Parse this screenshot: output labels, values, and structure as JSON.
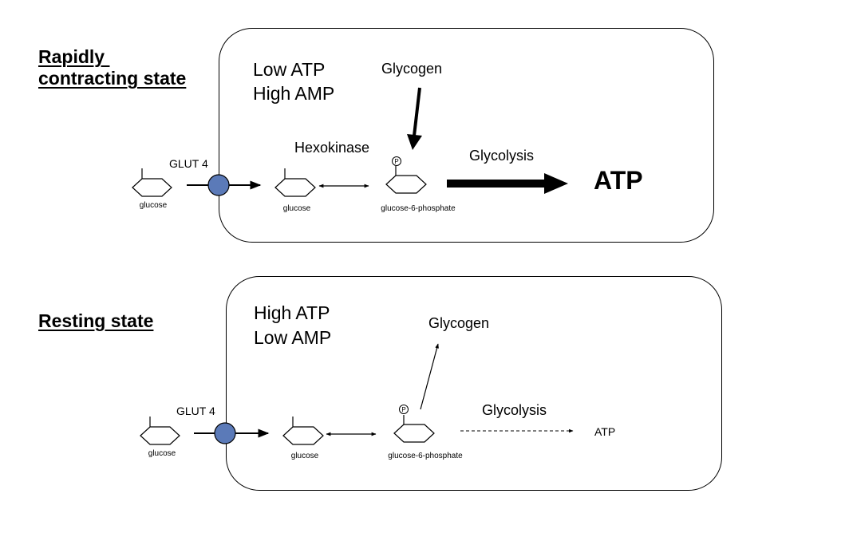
{
  "panels": {
    "contracting": {
      "title": "Rapidly \ncontracting state",
      "conditions": [
        "Low ATP",
        "High AMP"
      ],
      "transporter": "GLUT 4",
      "enzyme": "Hexokinase",
      "glycogen": "Glycogen",
      "glycolysis": "Glycolysis",
      "atp": "ATP",
      "glucose_outside": "glucose",
      "glucose_inside": "glucose",
      "g6p": "glucose-6-phosphate",
      "phosphate": "P"
    },
    "resting": {
      "title": "Resting state",
      "conditions": [
        "High ATP",
        "Low AMP"
      ],
      "transporter": "GLUT 4",
      "glycogen": "Glycogen",
      "glycolysis": "Glycolysis",
      "atp": "ATP",
      "glucose_outside": "glucose",
      "glucose_inside": "glucose",
      "g6p": "glucose-6-phosphate",
      "phosphate": "P"
    }
  },
  "colors": {
    "transporter_fill": "#5b7ab8",
    "stroke": "#000000",
    "background": "#ffffff"
  }
}
